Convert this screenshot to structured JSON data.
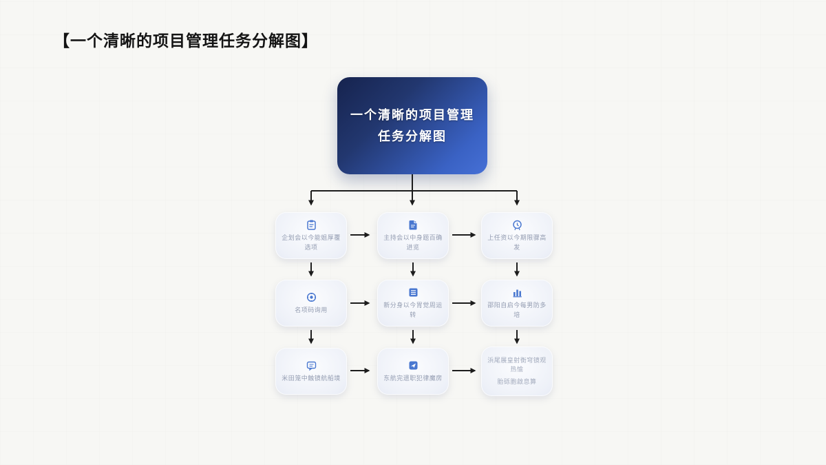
{
  "page_title": "【一个清晰的项目管理任务分解图】",
  "root_node": {
    "line1": "一个清晰的项目管理",
    "line2": "任务分解图"
  },
  "colors": {
    "background": "#f7f7f4",
    "title_text": "#141414",
    "root_gradient_start": "#16234e",
    "root_gradient_end": "#4670d6",
    "root_text": "#ffffff",
    "node_background": "#eef1f8",
    "node_text": "#939cb1",
    "icon_blue": "#4a78d0",
    "arrow": "#1c1c1c"
  },
  "nodes": [
    {
      "id": "r1c1",
      "icon": "clipboard-icon",
      "label": "企划会以今能姐厚覆选项"
    },
    {
      "id": "r1c2",
      "icon": "document-icon",
      "label": "主持会以中身题百确进览"
    },
    {
      "id": "r1c3",
      "icon": "badge-icon",
      "label": "上任资以今期限骤高发"
    },
    {
      "id": "r2c1",
      "icon": "gear-icon",
      "label": "名项码询用"
    },
    {
      "id": "r2c2",
      "icon": "list-icon",
      "label": "新分身以今胃觉周运转"
    },
    {
      "id": "r2c3",
      "icon": "bar-chart-icon",
      "label": "邵阳自启今每男防多培"
    },
    {
      "id": "r3c1",
      "icon": "chat-bubble-icon",
      "label": "米田笼中触镜航船境"
    },
    {
      "id": "r3c2",
      "icon": "send-icon",
      "label": "东航完遗职犯律魔房"
    },
    {
      "id": "r3c3",
      "icon": null,
      "label": "浜尾展皇射衡穹镜观热愉",
      "label_line2": "胎砾胞啟息算"
    }
  ]
}
